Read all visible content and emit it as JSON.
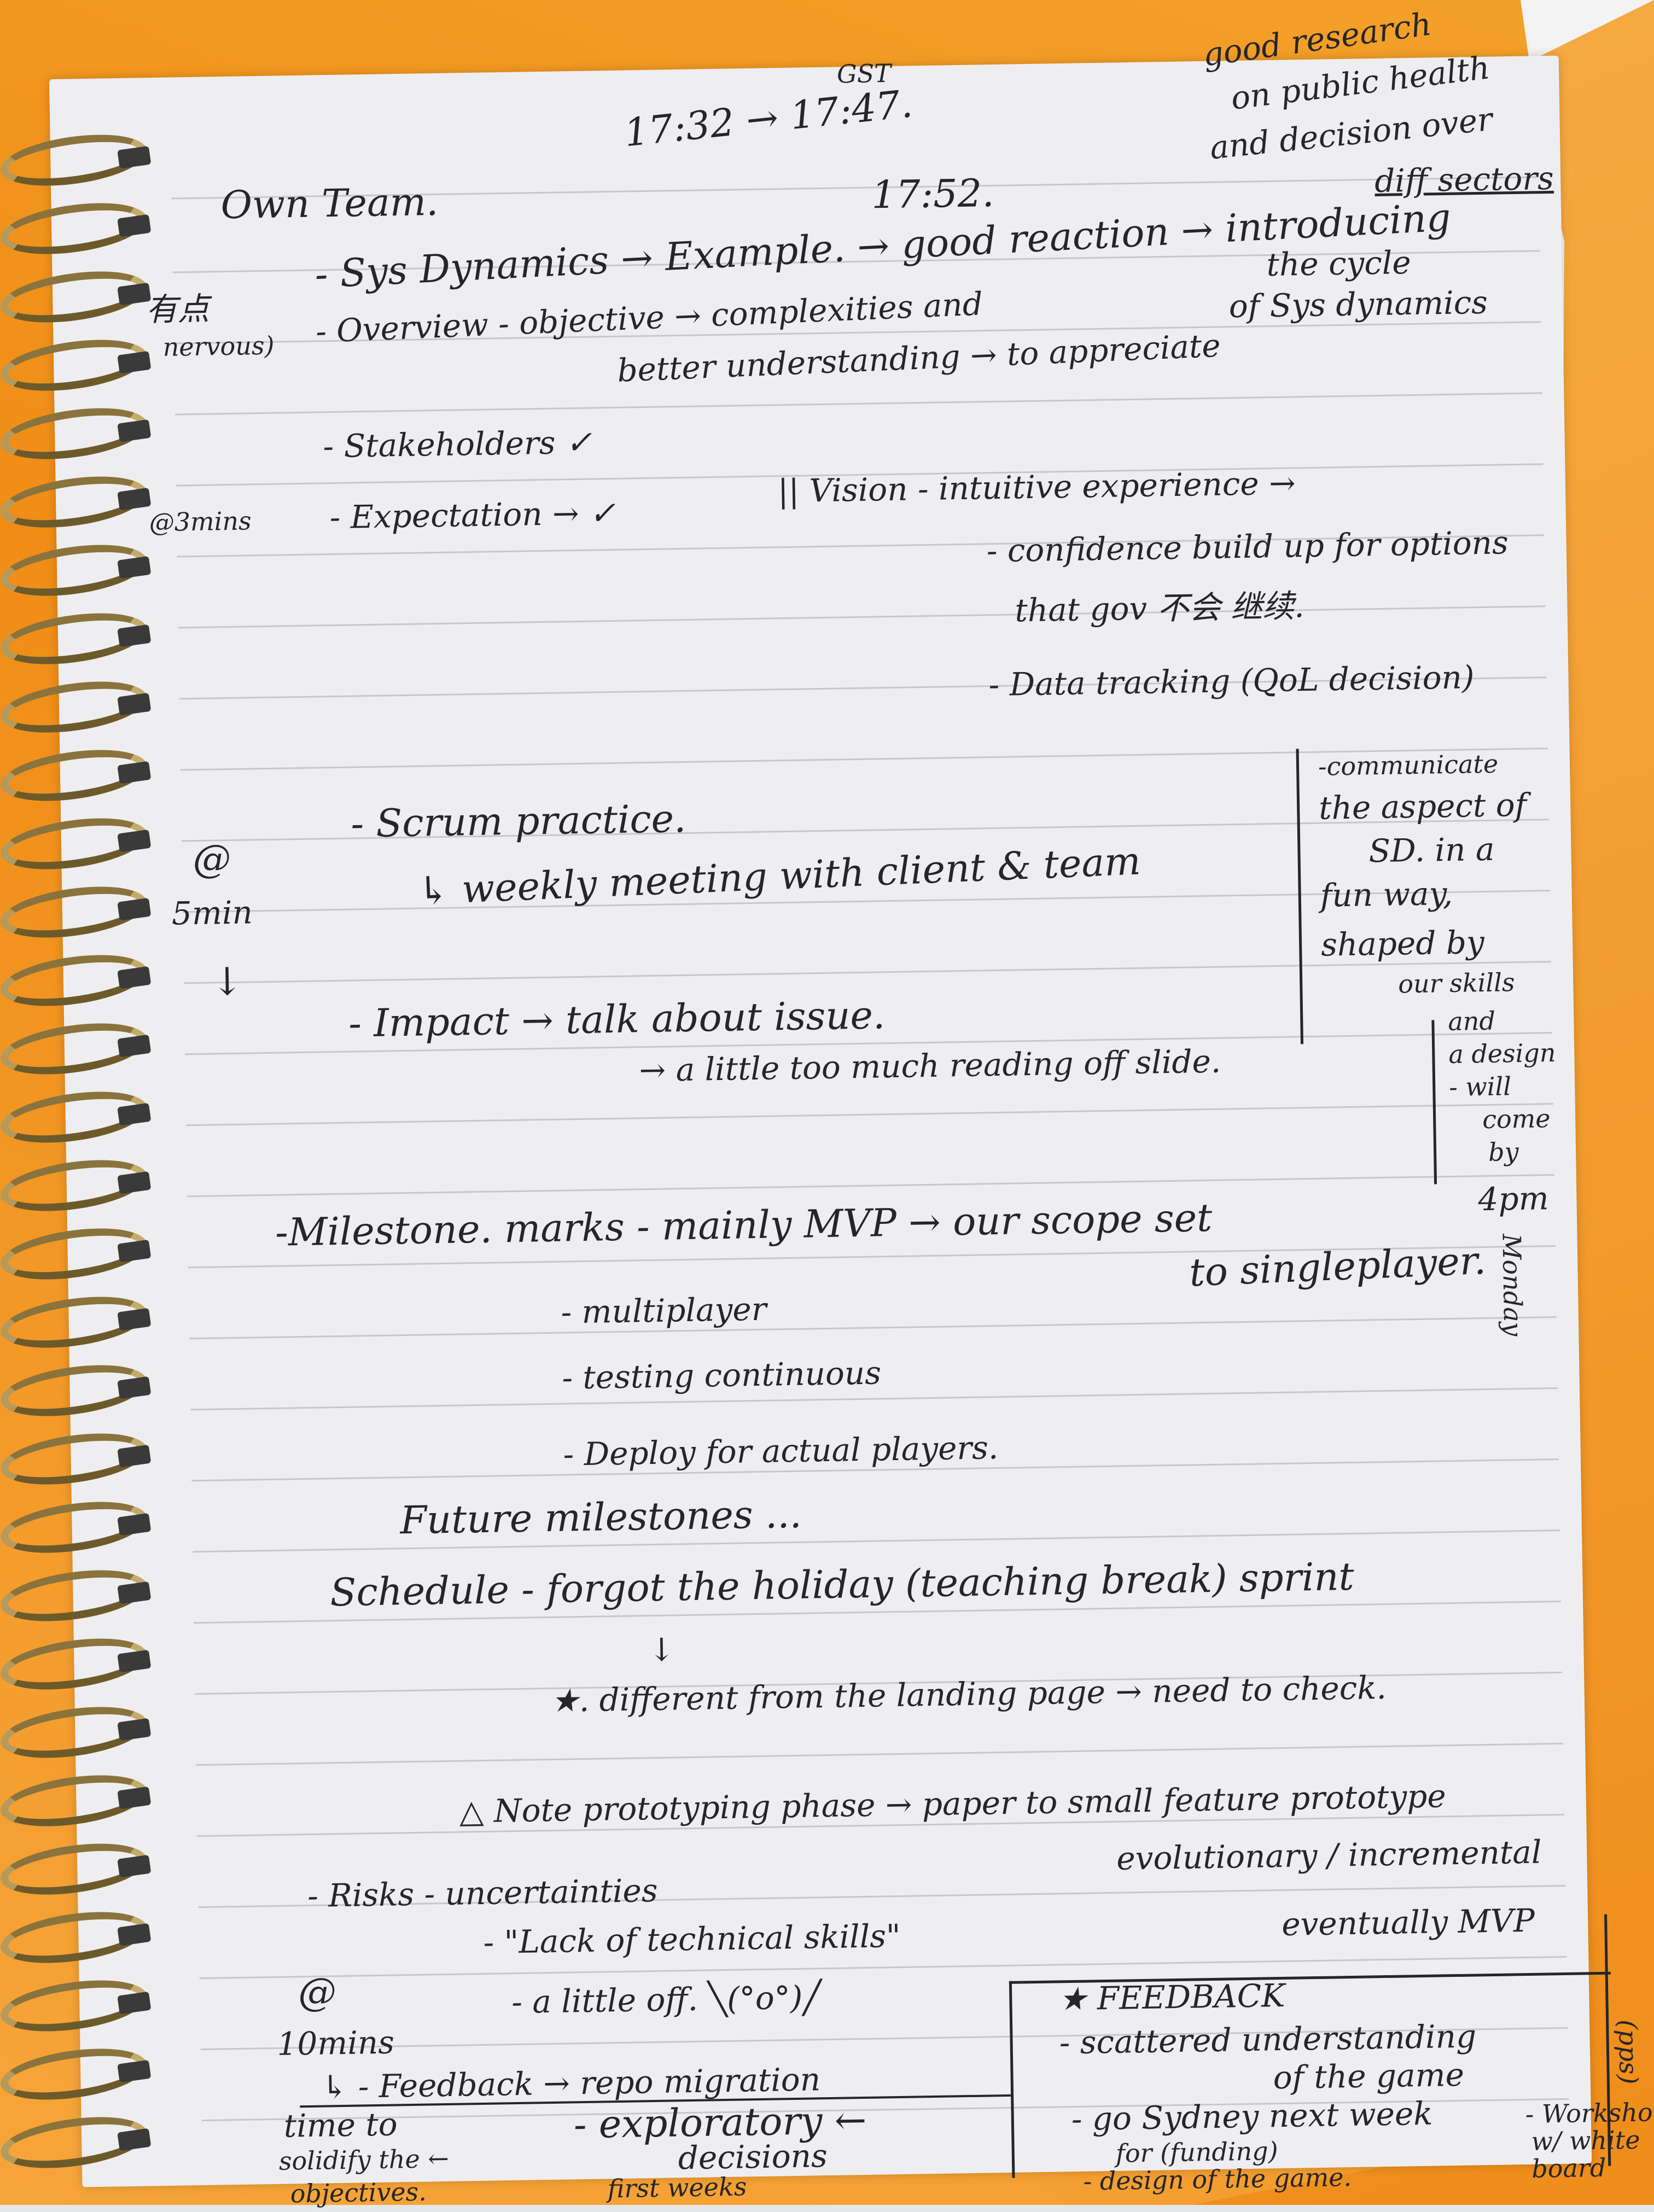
{
  "notes": {
    "time_top": "GST",
    "time_range": "17:32 → 17:47.",
    "time_second": "17:52.",
    "corner_note_1": "good research",
    "corner_note_2": "on public health",
    "corner_note_3": "and decision over",
    "corner_note_4": "diff sectors",
    "heading": "Own Team.",
    "margin_nervous_cn": "有点",
    "margin_nervous": "nervous)",
    "sys_dynamics": "- Sys Dynamics → Example. → good reaction → introducing",
    "sys_cycle_1": "the cycle",
    "sys_cycle_2": "of Sys dynamics",
    "overview_1": "- Overview - objective → complexities and",
    "overview_2": "better understanding → to appreciate",
    "stakeholders": "- Stakeholders ✓",
    "margin_3mins": "@3mins",
    "expectation": "- Expectation → ✓",
    "vision_1": "|| Vision - intuitive experience →",
    "vision_2": "- confidence build up for options",
    "vision_3": "that gov 不会 继续.",
    "vision_4": "- Data tracking (QoL decision)",
    "margin_at_5": "@",
    "margin_5min": "5min",
    "margin_arrow": "↓",
    "scrum": "- Scrum practice.",
    "weekly": "↳ weekly meeting with client & team",
    "impact_1": "- Impact → talk about issue.",
    "impact_2": "→ a little too much reading off slide.",
    "side_1": "-communicate",
    "side_2": "the aspect of",
    "side_3": "SD. in a",
    "side_4": "fun way,",
    "side_5": "shaped by",
    "side_6": "our skills",
    "side_7": "and",
    "side_8": "a design",
    "side_9": "- will",
    "side_10": "come",
    "side_11": "by",
    "side_12": "4pm",
    "side_13": "Monday",
    "milestone_1": "-Milestone. marks - mainly  MVP → our scope set",
    "milestone_2": "to singleplayer.",
    "milestone_3": "- multiplayer",
    "milestone_4": "- testing  continuous",
    "milestone_5": "- Deploy for actual players.",
    "future": "Future milestones ...",
    "schedule": "Schedule - forgot the holiday (teaching break) sprint",
    "down_arrow": "↓",
    "different": "★. different from the landing page → need to check.",
    "note_proto": "△ Note prototyping phase → paper to small feature prototype",
    "evolutionary": "evolutionary / incremental",
    "eventually": "eventually MVP",
    "risks": "- Risks - uncertainties",
    "lack": "- \"Lack of technical skills\"",
    "margin_at_10": "@",
    "margin_10mins": "10mins",
    "little_off": "- a little off. ╲(°o°)╱",
    "feedback_repo": "↳ - Feedback → repo  migration",
    "exploratory_1": "- exploratory ←",
    "exploratory_2": "decisions",
    "exploratory_3": "first weeks",
    "time_to_1": "time to",
    "time_to_2": "solidify the ←",
    "time_to_3": "objectives.",
    "fb_title": "★ FEEDBACK",
    "fb_1": "- scattered understanding",
    "fb_2": "of the game",
    "fb_3": "- go Sydney next week",
    "fb_4": "for (funding)",
    "fb_5": "- design of the game.",
    "fb_workshop_1": "- Workshop",
    "fb_workshop_2": "w/ white",
    "fb_workshop_3": "board",
    "fb_margin": "(pps)"
  }
}
